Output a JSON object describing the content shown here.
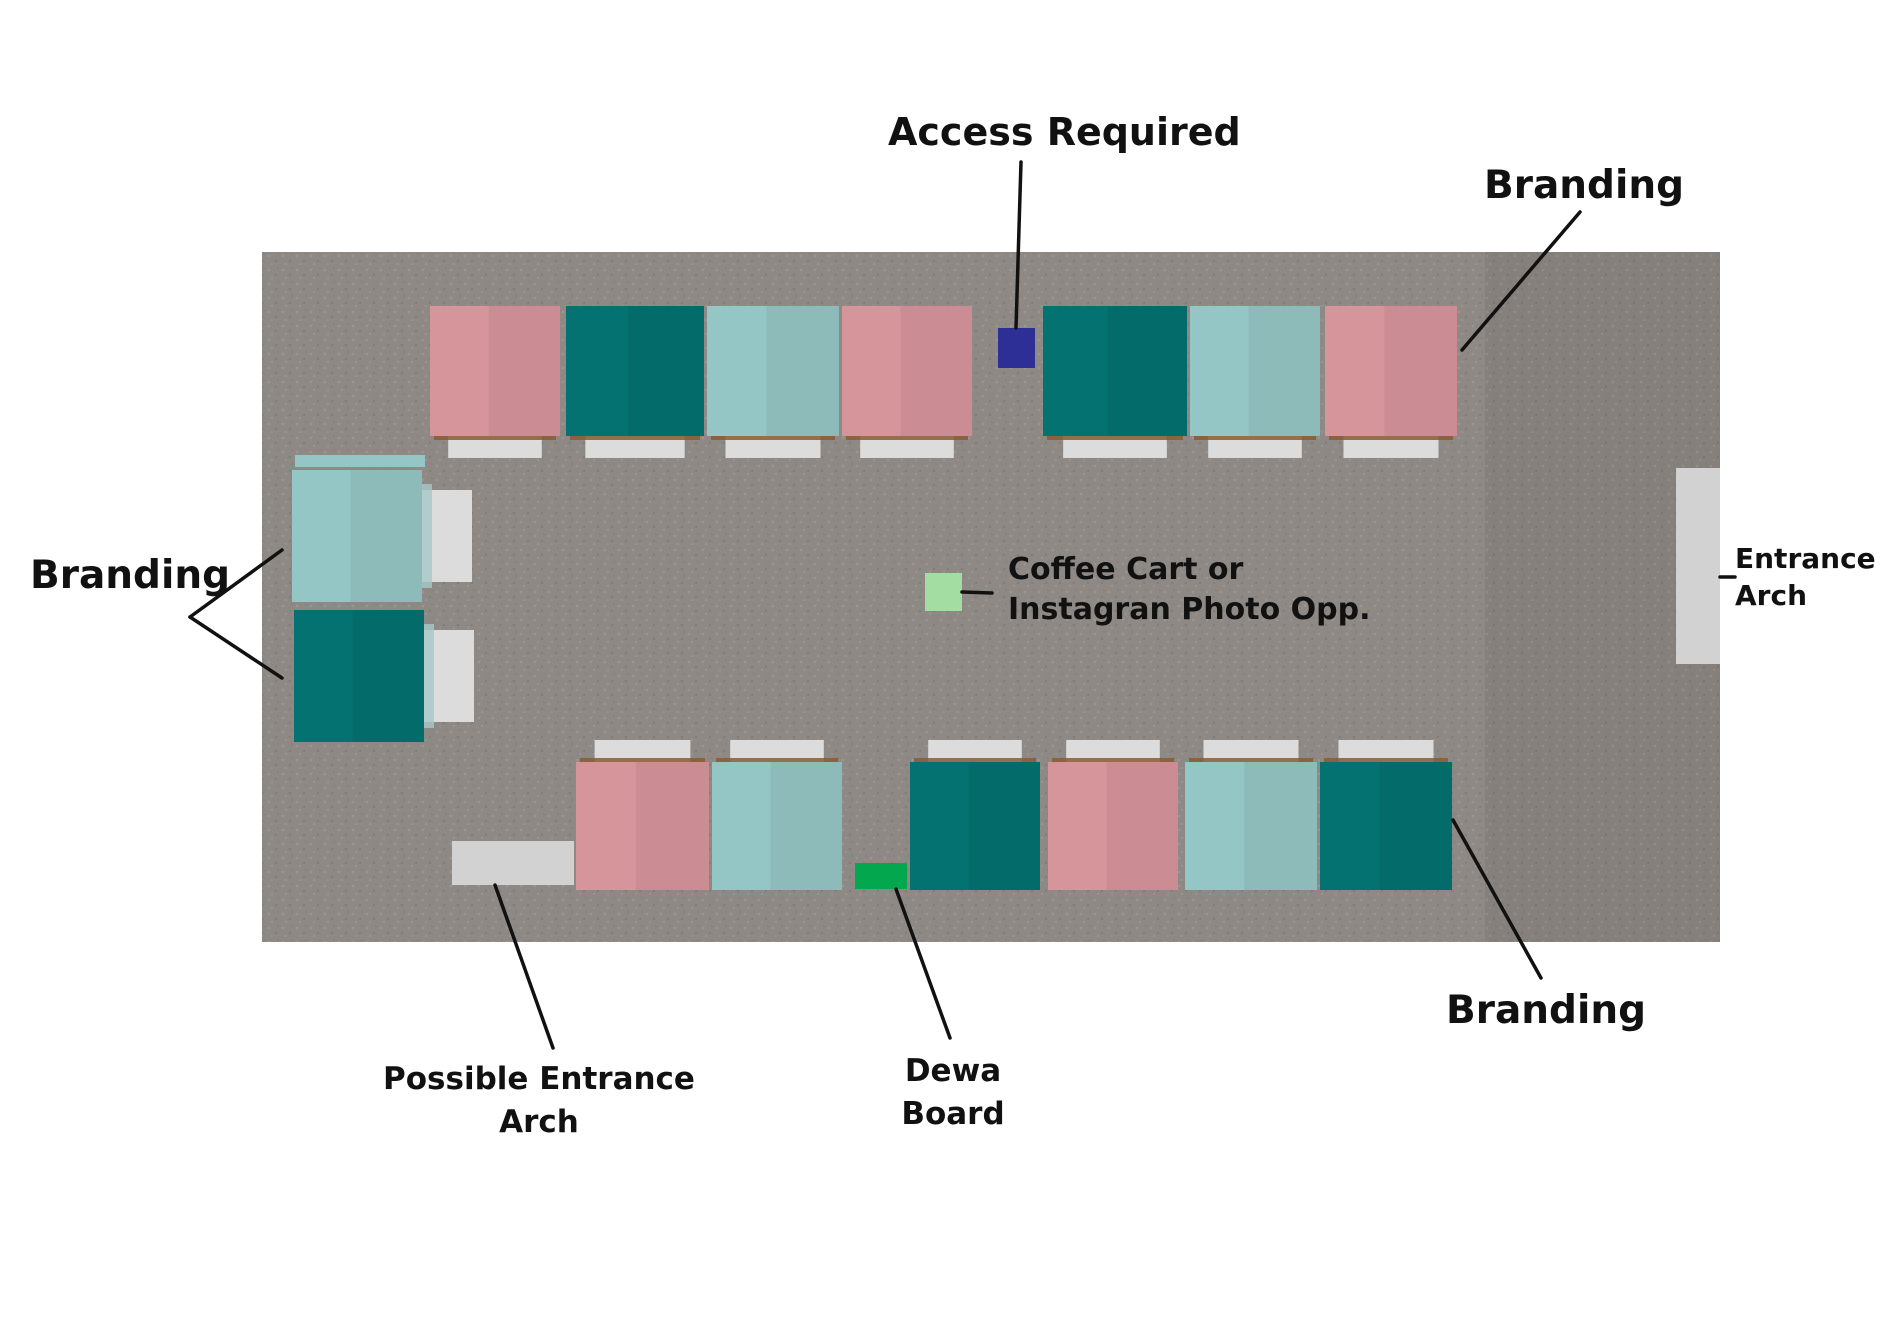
{
  "colors": {
    "floor": "#8e8984",
    "floor_dark": "#7c7773",
    "booth_pink": "#d6959b",
    "booth_dark_teal": "#047270",
    "booth_light_teal": "#94c6c5",
    "access_marker": "#2e2f96",
    "dewa_board": "#03a84e",
    "coffee_cart": "#a3dda1",
    "arch": "#d2d2d2",
    "label_text": "#111111"
  },
  "booths": {
    "top_row": [
      "pink",
      "dark-teal",
      "light-teal",
      "pink",
      "dark-teal",
      "light-teal",
      "pink"
    ],
    "left_column": [
      "light-teal",
      "dark-teal"
    ],
    "bottom_row": [
      "pink",
      "light-teal",
      "dark-teal",
      "pink",
      "light-teal",
      "dark-teal"
    ]
  },
  "labels": {
    "access_required": "Access Required",
    "branding_top": "Branding",
    "branding_left": "Branding",
    "branding_bottom": "Branding",
    "coffee_cart": [
      "Coffee Cart or",
      "Instagran Photo Opp."
    ],
    "entrance_arch": [
      "Entrance",
      "Arch"
    ],
    "possible_entrance_arch": [
      "Possible Entrance",
      "Arch"
    ],
    "dewa_board": [
      "Dewa",
      "Board"
    ]
  }
}
